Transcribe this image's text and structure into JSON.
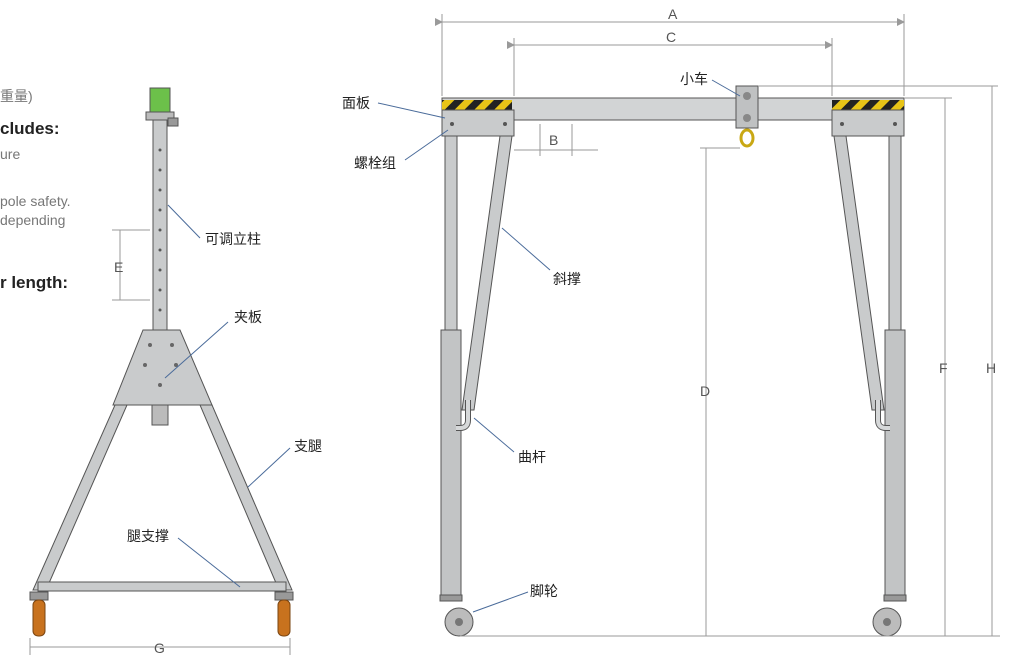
{
  "side_text": {
    "line1": "重量)",
    "line2": "cludes:",
    "line3": "ure",
    "line4": "pole safety.",
    "line5": "depending",
    "line6": "r length:"
  },
  "labels": {
    "post": "可调立柱",
    "clamp_plate": "夹板",
    "leg": "支腿",
    "leg_brace": "腿支撑",
    "panel": "面板",
    "bolt_set": "螺栓组",
    "trolley": "小车",
    "diagonal_brace": "斜撑",
    "curved_bar": "曲杆",
    "caster": "脚轮"
  },
  "dimensions": {
    "a": "A",
    "b": "B",
    "c": "C",
    "d": "D",
    "e": "E",
    "f": "F",
    "g": "G",
    "h": "H"
  },
  "colors": {
    "steel": "#c9cbcc",
    "steel_dark": "#8e9193",
    "outline": "#555555",
    "hazard_yellow": "#e8c417",
    "caster_orange": "#c8721e",
    "green_cap": "#6cc04a",
    "dim_line": "#9a9a9a",
    "leader_line": "#4a6b9a"
  }
}
